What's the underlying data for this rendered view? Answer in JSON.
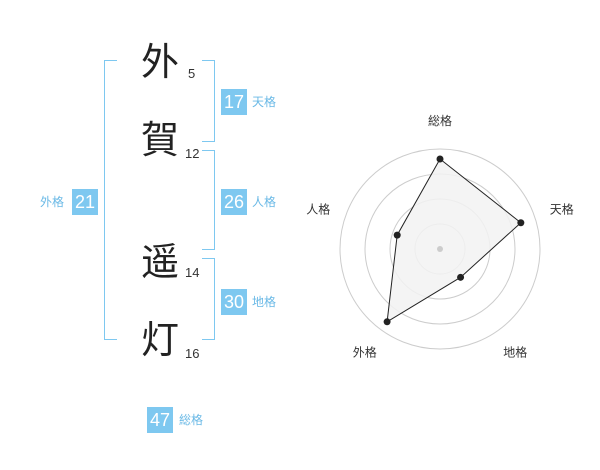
{
  "name": {
    "characters": [
      {
        "char": "外",
        "strokes": "5"
      },
      {
        "char": "賀",
        "strokes": "12"
      },
      {
        "char": "遥",
        "strokes": "14"
      },
      {
        "char": "灯",
        "strokes": "16"
      }
    ]
  },
  "kaku": {
    "tenkaku": {
      "label": "天格",
      "value": "17"
    },
    "jinkaku": {
      "label": "人格",
      "value": "26"
    },
    "chikaku": {
      "label": "地格",
      "value": "30"
    },
    "gaikaku": {
      "label": "外格",
      "value": "21"
    },
    "soukaku": {
      "label": "総格",
      "value": "47"
    }
  },
  "colors": {
    "accent": "#7ec8f0",
    "accent_text": "#6ab9e6",
    "radar_fill": "#f2f2f2",
    "radar_line": "#222222",
    "grid": "#cccccc"
  },
  "chart_data": {
    "type": "radar",
    "axes": [
      "総格",
      "天格",
      "地格",
      "外格",
      "人格"
    ],
    "values": [
      0.9,
      0.85,
      0.35,
      0.9,
      0.45
    ],
    "range": [
      0,
      1
    ],
    "rings": 4
  }
}
